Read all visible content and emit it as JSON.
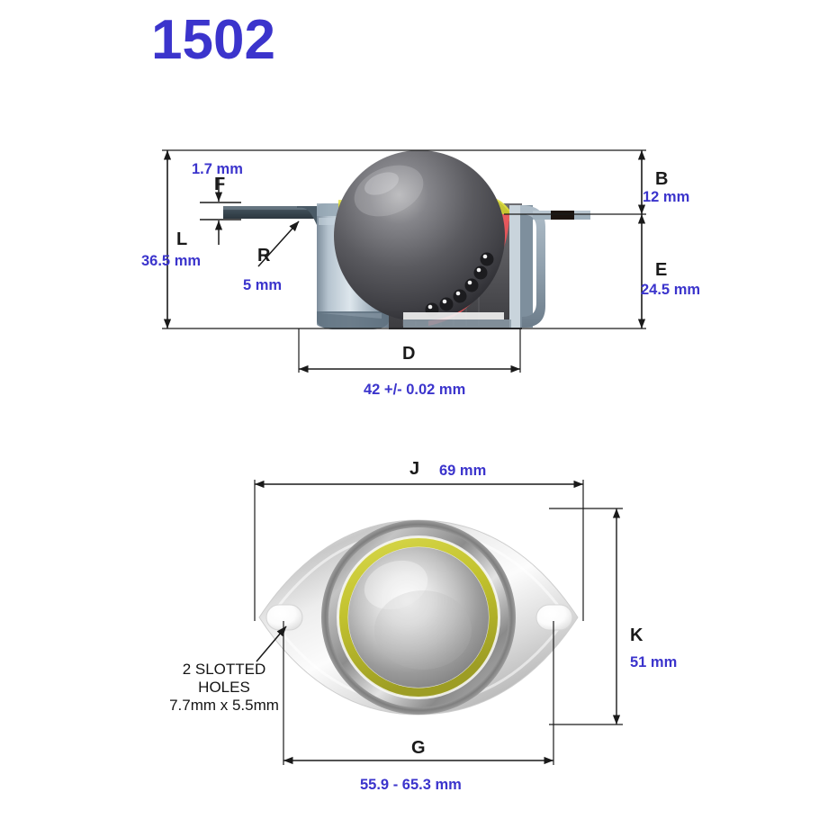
{
  "page": {
    "title": "1502",
    "title_color": "#3b34cc",
    "background": "#ffffff",
    "dimension_text_color": "#3b34cc",
    "letter_text_color": "#1a1a1a"
  },
  "section_view": {
    "name": "cross-section-side-view",
    "dimensions": {
      "F": {
        "letter": "F",
        "value": "1.7 mm"
      },
      "L": {
        "letter": "L",
        "value": "36.5 mm"
      },
      "R": {
        "letter": "R",
        "value": "5 mm"
      },
      "B": {
        "letter": "B",
        "value": "12 mm"
      },
      "E": {
        "letter": "E",
        "value": "24.5 mm"
      },
      "D": {
        "letter": "D",
        "value": "42 +/- 0.02 mm"
      }
    }
  },
  "plan_view": {
    "name": "bottom-plan-view",
    "dimensions": {
      "J": {
        "letter": "J",
        "value": "69 mm"
      },
      "K": {
        "letter": "K",
        "value": "51 mm"
      },
      "G": {
        "letter": "G",
        "value": "55.9 - 65.3 mm"
      }
    },
    "callout": {
      "line1": "2 SLOTTED",
      "line2": "HOLES",
      "line3": "7.7mm x 5.5mm"
    }
  },
  "colors": {
    "ball_dark": "#4a4a4d",
    "ball_light": "#a8a8aa",
    "seal_yellow": "#d8d832",
    "race_red": "#e8555a",
    "housing_steel": "#8fa2b0",
    "flange_silver": "#d9d9d9"
  }
}
